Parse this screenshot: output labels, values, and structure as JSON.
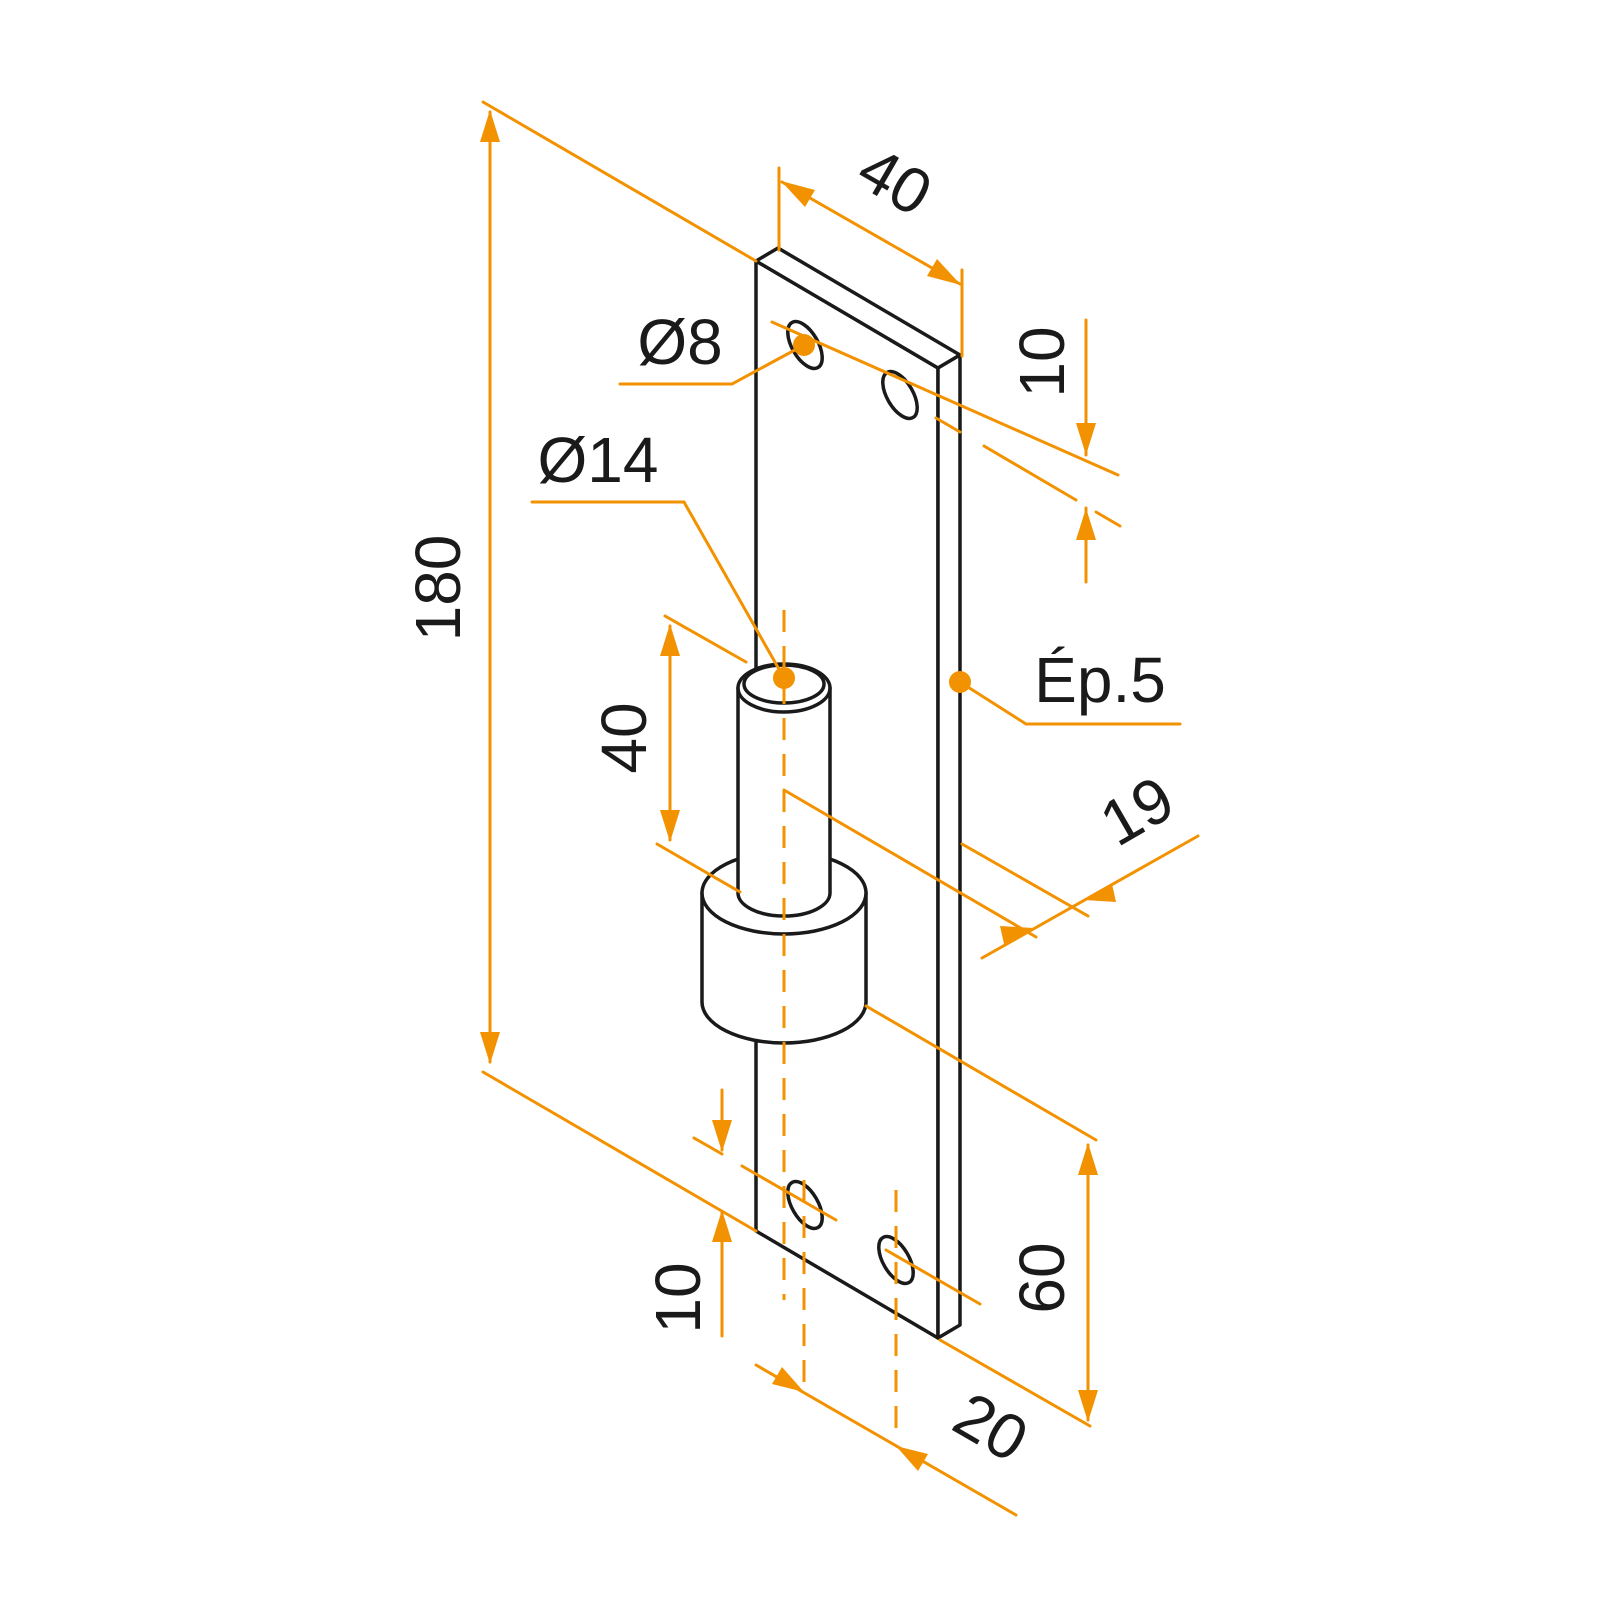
{
  "labels": {
    "total_height": "180",
    "plate_width": "40",
    "hole_diameter": "Ø8",
    "pin_diameter": "Ø14",
    "top_offset": "10",
    "pin_length": "40",
    "thickness": "Ép.5",
    "pin_offset": "19",
    "bottom_offset": "10",
    "hole_spacing": "20",
    "collar_height": "60"
  },
  "colors": {
    "dimension": "#f39200",
    "outline": "#1a1a1a",
    "background": "#ffffff"
  }
}
